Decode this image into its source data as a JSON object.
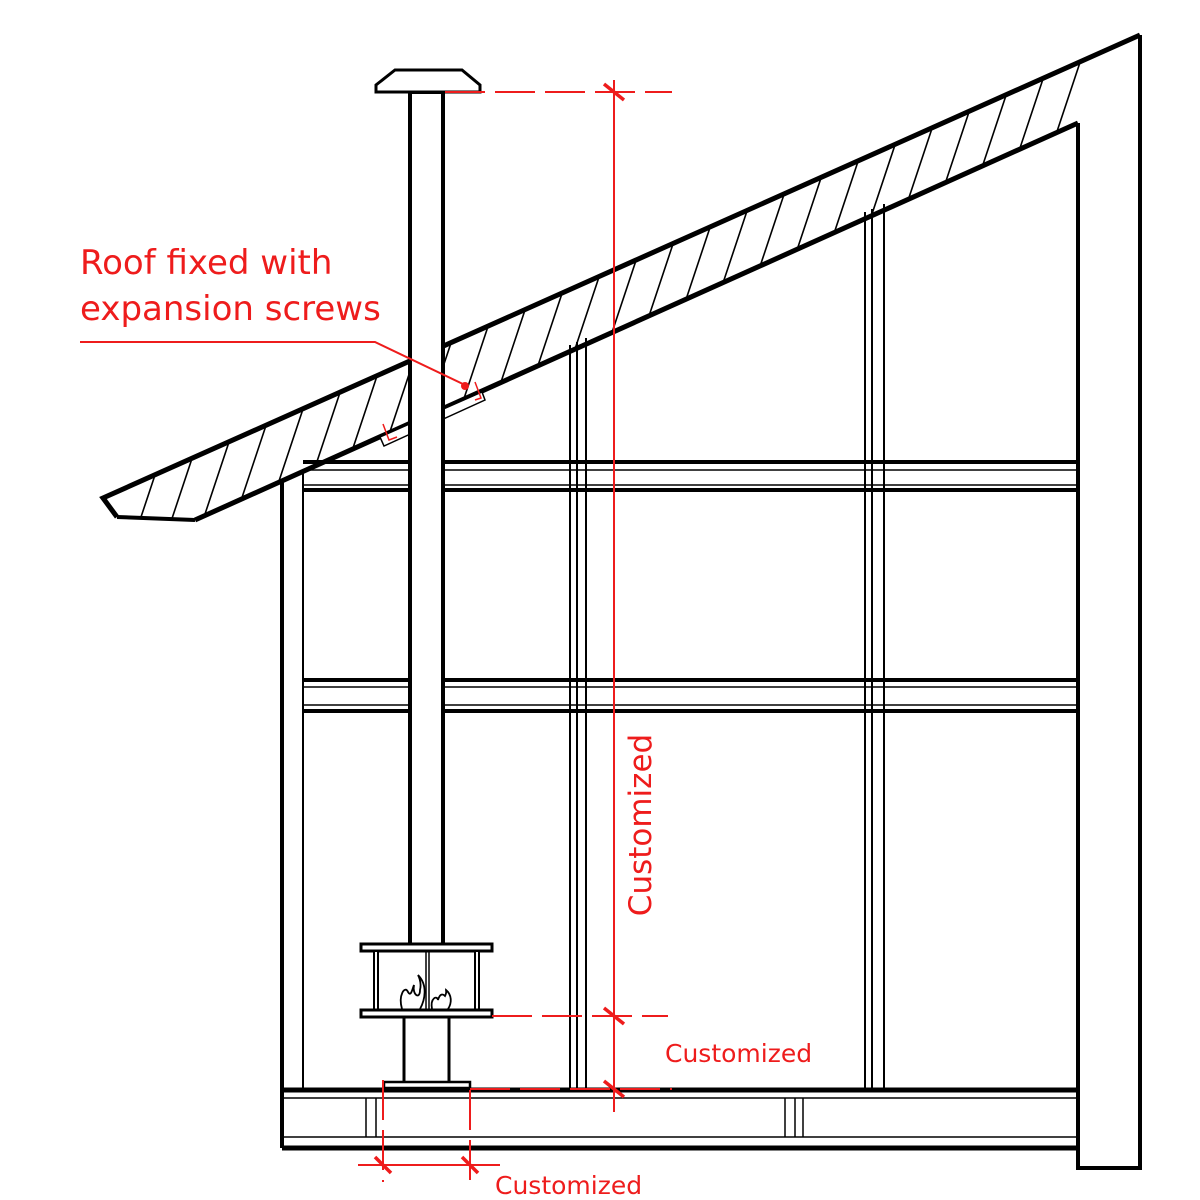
{
  "annotation": {
    "line1": "Roof fixed with",
    "line2": "expansion screws"
  },
  "dimensions": {
    "chimney_height": "Customized",
    "stove_base_height": "Customized",
    "base_width": "Customized"
  },
  "colors": {
    "line": "#000000",
    "dimension": "#ee1c1c"
  }
}
